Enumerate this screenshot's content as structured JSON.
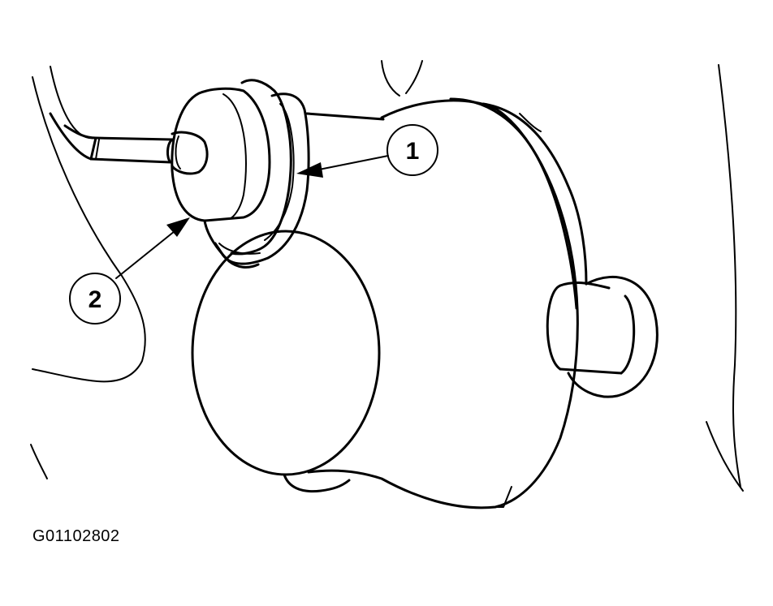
{
  "figure_id": "G01102802",
  "callouts": [
    {
      "label": "1"
    },
    {
      "label": "2"
    }
  ],
  "colors": {
    "line": "#000000",
    "background": "#ffffff"
  }
}
